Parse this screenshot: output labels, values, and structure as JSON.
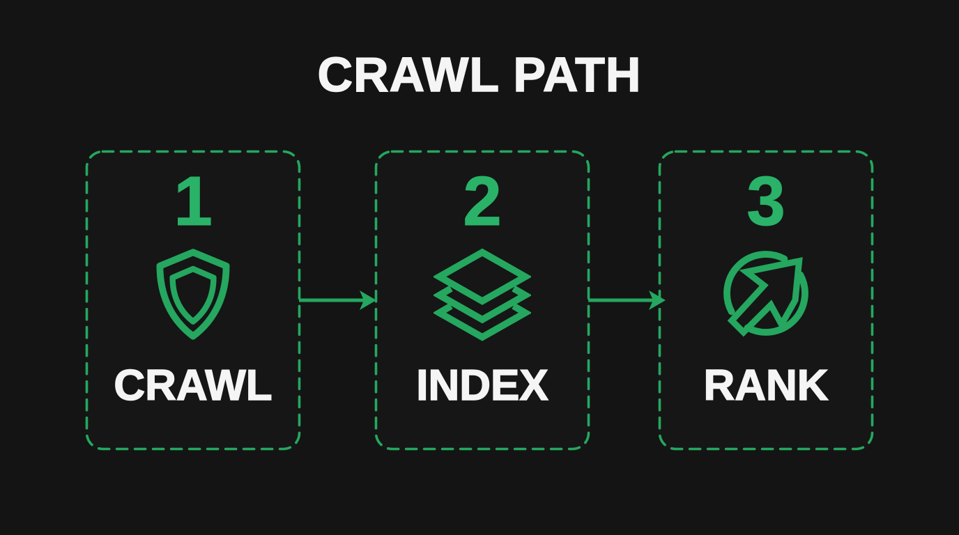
{
  "title": "CRAWL PATH",
  "colors": {
    "background": "#141414",
    "green": "#25a75f",
    "number_green": "#2ab269",
    "white": "#f5f5f5"
  },
  "steps": [
    {
      "number": "1",
      "label": "CRAWL",
      "icon": "shield-icon"
    },
    {
      "number": "2",
      "label": "INDEX",
      "icon": "layers-icon"
    },
    {
      "number": "3",
      "label": "RANK",
      "icon": "trending-arrow-icon"
    }
  ],
  "connectors": [
    {
      "name": "arrow-step1-to-step2"
    },
    {
      "name": "arrow-step2-to-step3"
    }
  ]
}
